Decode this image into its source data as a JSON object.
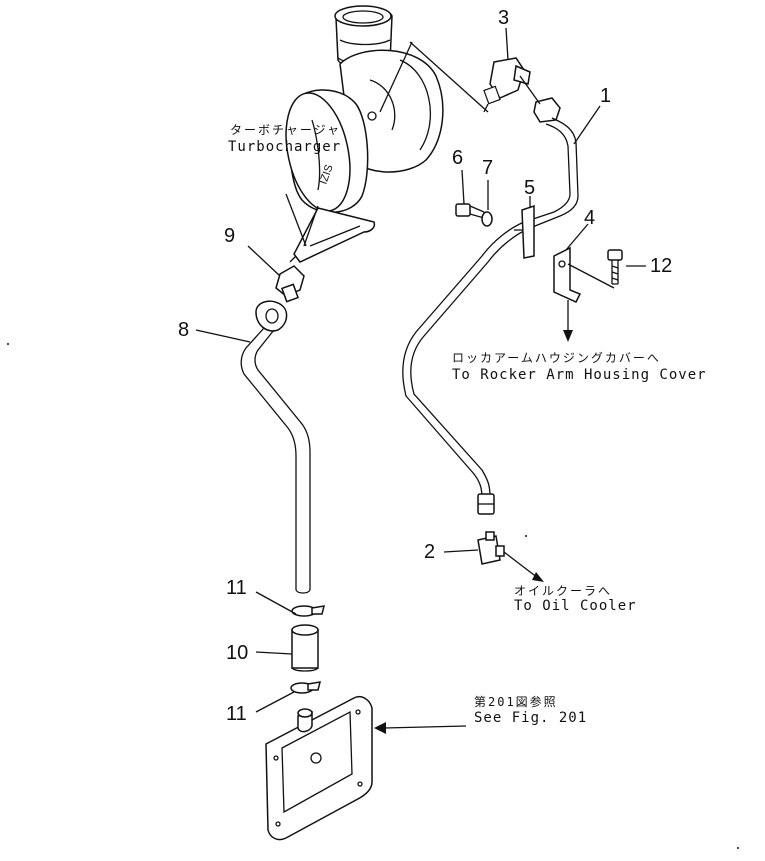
{
  "labels": {
    "turbocharger_jp": "ターボチャージャ",
    "turbocharger_en": "Turbocharger",
    "rocker_jp": "ロッカアームハウジングカバーへ",
    "rocker_en": "To Rocker Arm Housing Cover",
    "oil_jp": "オイルクーラへ",
    "oil_en": "To Oil Cooler",
    "fig_jp": "第201図参照",
    "fig_en": "See Fig. 201"
  },
  "callouts": {
    "c1": "1",
    "c2": "2",
    "c3": "3",
    "c4": "4",
    "c5": "5",
    "c6": "6",
    "c7": "7",
    "c8": "8",
    "c9": "9",
    "c10": "10",
    "c11a": "11",
    "c11b": "11",
    "c12": "12"
  }
}
